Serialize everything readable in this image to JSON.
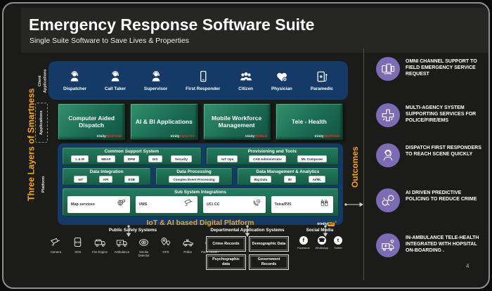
{
  "header": {
    "title": "Emergency Response Software Suite",
    "subtitle": "Single Suite Software to Save Lives & Properties"
  },
  "left_rail": {
    "main_label": "Three Layers of Smartness",
    "client_label": "Client Applications",
    "applications_label": "Applications",
    "platform_label": "Platform"
  },
  "client_applications": [
    {
      "label": "Dispatcher",
      "icon": "headset-agent-icon"
    },
    {
      "label": "Call Taker",
      "icon": "headset-agent-icon"
    },
    {
      "label": "Supervisor",
      "icon": "headset-agent-icon"
    },
    {
      "label": "First Responder",
      "icon": "smartphone-icon"
    },
    {
      "label": "Citizen",
      "icon": "people-group-icon"
    },
    {
      "label": "Physician",
      "icon": "heart-medical-icon"
    },
    {
      "label": "Paramedic",
      "icon": "medical-tablet-icon"
    }
  ],
  "applications": [
    {
      "label": "Computer Aided Dispatch",
      "brand": "trinity",
      "brand_suffix": "RESPOND"
    },
    {
      "label": "AI & BI Applications",
      "brand": "trinity",
      "brand_suffix": "ANALYST"
    },
    {
      "label": "Mobile Workforce Management",
      "brand": "trinity",
      "brand_suffix": "MOBILE"
    },
    {
      "label": "Tele - Health",
      "brand": "trinity",
      "brand_suffix": "RESPOND"
    }
  ],
  "platform": {
    "common_support": {
      "title": "Common Support System",
      "pills": [
        "L & M",
        "MEAP",
        "DPM",
        "GIS",
        "Security"
      ]
    },
    "provisioning": {
      "title": "Provisioning and Tools",
      "pills": [
        "IoT Ops",
        "CAD Administrator",
        "ML Composer"
      ]
    },
    "data_integration": {
      "title": "Data Integration",
      "pills": [
        "IoT",
        "API",
        "ESB"
      ]
    },
    "data_processing": {
      "title": "Data Processing",
      "pills": [
        "Complex Event Processing"
      ]
    },
    "data_management": {
      "title": "Data Management & Analytics",
      "pills": [
        "Big Data",
        "BI",
        "AI/ML"
      ]
    },
    "subsystem": {
      "title": "Sub System Integrations",
      "cards": [
        {
          "label": "Map services",
          "icon": "map-gear-icon"
        },
        {
          "label": "VMS",
          "icon": "cctv-camera-icon"
        },
        {
          "label": "UC/ CC",
          "icon": "telephone-icon"
        },
        {
          "label": "Tetra/P25",
          "icon": "radio-handsets-icon"
        }
      ]
    },
    "footer": {
      "label": "IoT & AI based Digital Platform",
      "brand": "trinity",
      "brand_suffix": "IoT",
      "reg": "®"
    }
  },
  "bottom_sources": {
    "public_safety": {
      "title": "Public Safety Systems",
      "items": [
        {
          "label": "Camera",
          "icon": "cctv-camera-icon"
        },
        {
          "label": "SOS",
          "icon": "sos-device-icon"
        },
        {
          "label": "Fire Engine",
          "icon": "fire-truck-icon"
        },
        {
          "label": "Ambulance",
          "icon": "ambulance-icon"
        },
        {
          "label": "Smoke Detector",
          "icon": "smoke-detector-icon"
        },
        {
          "label": "GPS",
          "icon": "gps-pin-icon"
        },
        {
          "label": "Police",
          "icon": "police-car-icon"
        },
        {
          "label": "Panic Button",
          "icon": "panic-button-icon"
        }
      ]
    },
    "departmental": {
      "title": "Departmental Application Systems",
      "boxes": [
        "Crime Records",
        "Demographic Data",
        "Psychographic data",
        "Government Records"
      ]
    },
    "social": {
      "title": "Social Media",
      "items": [
        {
          "label": "Facebook",
          "glyph": "f",
          "icon": "facebook-icon"
        },
        {
          "label": "WhatsApp",
          "glyph": "☎",
          "icon": "whatsapp-icon"
        },
        {
          "label": "Twitter",
          "glyph": "t",
          "icon": "twitter-icon"
        }
      ]
    }
  },
  "outcomes": {
    "label": "Outcomes",
    "items": [
      {
        "text": "OMNI CHANNEL SUPPORT TO FIELD EMERGENCY SERVICE REQUEST",
        "icon": "omni-devices-icon"
      },
      {
        "text": "MULTI-AGENCY SYSTEM SUPPORTING SERVICES FOR POLICE/FIRE/EMS",
        "icon": "medical-cross-icon"
      },
      {
        "text": "DISPATCH FIRST RESPONDERS TO REACH SCENE QUICKLY",
        "icon": "dispatcher-icon"
      },
      {
        "text": "AI DRIVEN PREDICTIVE POLICING TO REDUCE CRIME",
        "icon": "handcuffs-icon"
      },
      {
        "text": "IN-AMBULANCE TELE-HEALTH INTEGRATED WITH HOPSITAL ON-BOARDING .",
        "icon": "ambulance-health-icon"
      }
    ]
  },
  "page_number": "4",
  "colors": {
    "accent_yellow": "#F2A50C",
    "navy_panel": "#153A68",
    "green_box": "#1E6F56",
    "outcome_purple": "#7D6BB5",
    "brand_red": "#E2352A"
  }
}
